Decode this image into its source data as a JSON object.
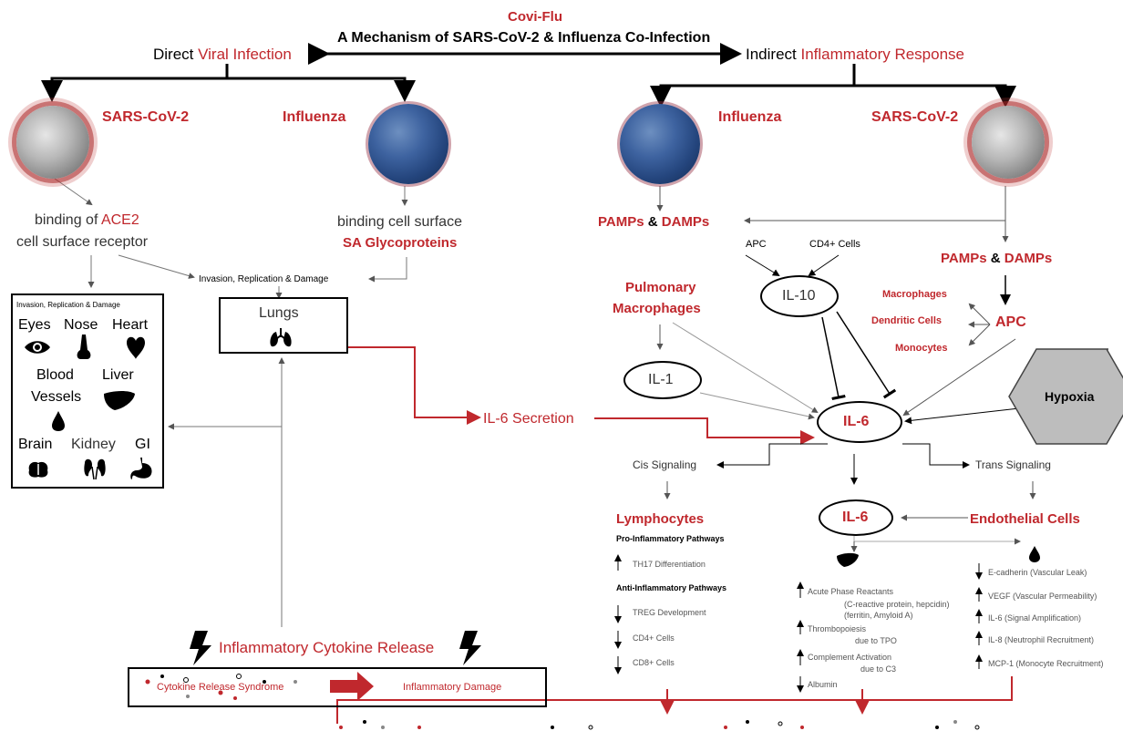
{
  "header": {
    "title": "Covi-Flu",
    "subtitle": "A Mechanism of SARS-CoV-2 & Influenza Co-Infection",
    "left_branch_prefix": "Direct ",
    "left_branch_accent": "Viral Infection",
    "right_branch_prefix": "Indirect ",
    "right_branch_accent": "Inflammatory Response"
  },
  "direct": {
    "sars_label": "SARS-CoV-2",
    "flu_label": "Influenza",
    "ace2_line1_prefix": "binding of ",
    "ace2_line1_accent": "ACE2",
    "ace2_line2": "cell surface receptor",
    "sa_line1": "binding cell surface",
    "sa_line2": "SA Glycoproteins",
    "invasion_label": "Invasion, Replication & Damage",
    "lungs_label": "Lungs",
    "organs_title": "Invasion, Replication & Damage",
    "organs": {
      "eyes": "Eyes",
      "nose": "Nose",
      "heart": "Heart",
      "blood1": "Blood",
      "blood2": "Vessels",
      "liver": "Liver",
      "brain": "Brain",
      "kidney": "Kidney",
      "gi": "GI"
    }
  },
  "indirect": {
    "flu_label": "Influenza",
    "sars_label": "SARS-CoV-2",
    "pamps_left_a": "PAMPs",
    "pamps_left_amp": " & ",
    "pamps_left_b": "DAMPs",
    "pamps_right_a": "PAMPs",
    "pamps_right_amp": " & ",
    "pamps_right_b": "DAMPs",
    "pulmonary1": "Pulmonary",
    "pulmonary2": "Macrophages",
    "apc_small": "APC",
    "cd4_small": "CD4+ Cells",
    "il10": "IL-10",
    "il1": "IL-1",
    "macrophages": "Macrophages",
    "dendritic": "Dendritic Cells",
    "monocytes": "Monocytes",
    "apc": "APC",
    "hypoxia": "Hypoxia",
    "il6_secretion": "IL-6 Secretion",
    "il6_center": "IL-6",
    "il6_lower": "IL-6",
    "cis": "Cis Signaling",
    "trans": "Trans Signaling",
    "lymphocytes": "Lymphocytes",
    "endothelial": "Endothelial Cells",
    "pro_title": "Pro-Inflammatory Pathways",
    "th17": "TH17 Differentiation",
    "anti_title": "Anti-Inflammatory Pathways",
    "treg": "TREG Development",
    "cd4": "CD4+ Cells",
    "cd8": "CD8+ Cells",
    "apr1": "Acute Phase Reactants",
    "apr2": "(C-reactive protein, hepcidin)",
    "apr3": "(ferritin, Amyloid A)",
    "thrombo1": "Thrombopoiesis",
    "thrombo2": "due to TPO",
    "complement1": "Complement Activation",
    "complement2": "due to C3",
    "albumin": "Albumin",
    "ecad": "E-cadherin (Vascular Leak)",
    "vegf": "VEGF (Vascular Permeability)",
    "il6amp": "IL-6 (Signal Amplification)",
    "il8": "IL-8 (Neutrophil Recruitment)",
    "mcp1": "MCP-1 (Monocyte Recruitment)"
  },
  "bottom": {
    "release": "Inflammatory Cytokine Release",
    "crs": "Cytokine Release Syndrome",
    "damage": "Inflammatory Damage"
  },
  "colors": {
    "accent": "#c0282d",
    "line": "#000000",
    "gray_line": "#9a9a9a"
  }
}
